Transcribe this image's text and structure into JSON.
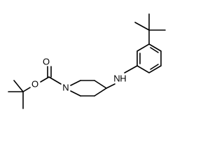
{
  "molecule": {
    "atoms": {
      "carbonyl_oxygen": "O",
      "ester_oxygen": "O",
      "piperidine_nitrogen": "N",
      "amine_nitrogen": "N",
      "amine_hydrogen": "H"
    }
  },
  "colors": {
    "bond": "#000000",
    "background": "#ffffff"
  }
}
